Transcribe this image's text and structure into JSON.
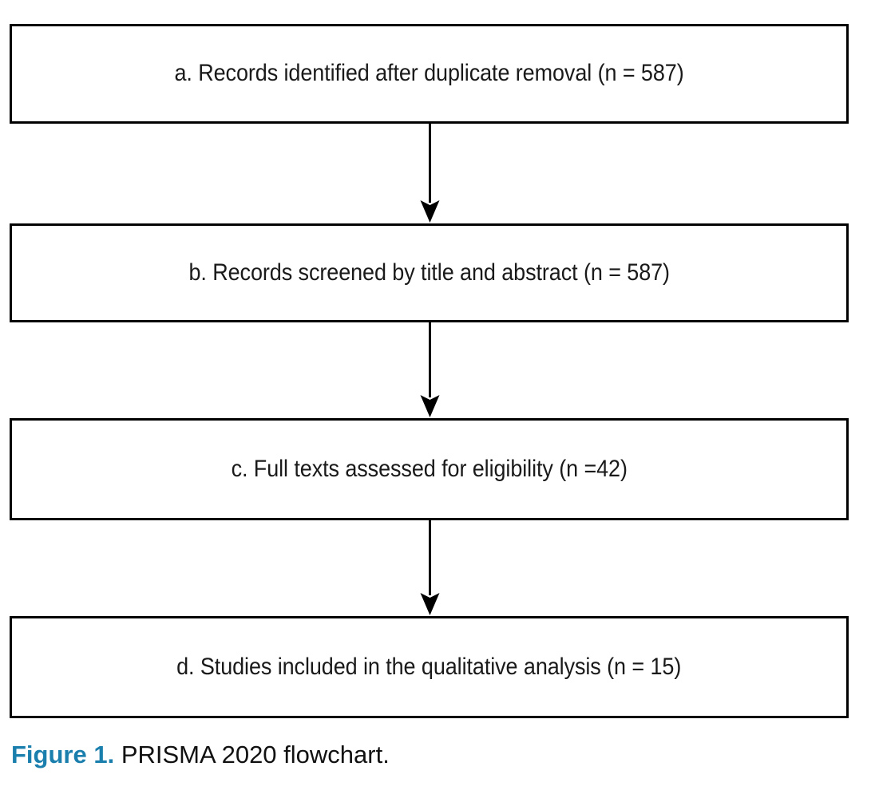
{
  "figure": {
    "caption_lead": "Figure 1.",
    "caption_text": "PRISMA 2020 flowchart.",
    "caption_lead_color": "#1b7fae",
    "caption_text_color": "#111111"
  },
  "flowchart": {
    "type": "prisma-flow-diagram",
    "orientation": "vertical",
    "box_border_color": "#000000",
    "box_fill_color": "#ffffff",
    "arrow_color": "#000000",
    "steps": [
      {
        "id": "a",
        "label": "a. Records identified after duplicate removal (n = 587)",
        "stage": "identification",
        "count": 587
      },
      {
        "id": "b",
        "label": "b. Records screened by title and abstract (n = 587)",
        "stage": "screening",
        "count": 587
      },
      {
        "id": "c",
        "label": "c. Full texts assessed for eligibility (n =42)",
        "stage": "eligibility",
        "count": 42
      },
      {
        "id": "d",
        "label": "d. Studies included in the qualitative analysis (n = 15)",
        "stage": "included",
        "count": 15
      }
    ],
    "connectors": [
      {
        "from": "a",
        "to": "b",
        "shape": "down-arrow"
      },
      {
        "from": "b",
        "to": "c",
        "shape": "down-arrow"
      },
      {
        "from": "c",
        "to": "d",
        "shape": "down-arrow"
      }
    ]
  }
}
